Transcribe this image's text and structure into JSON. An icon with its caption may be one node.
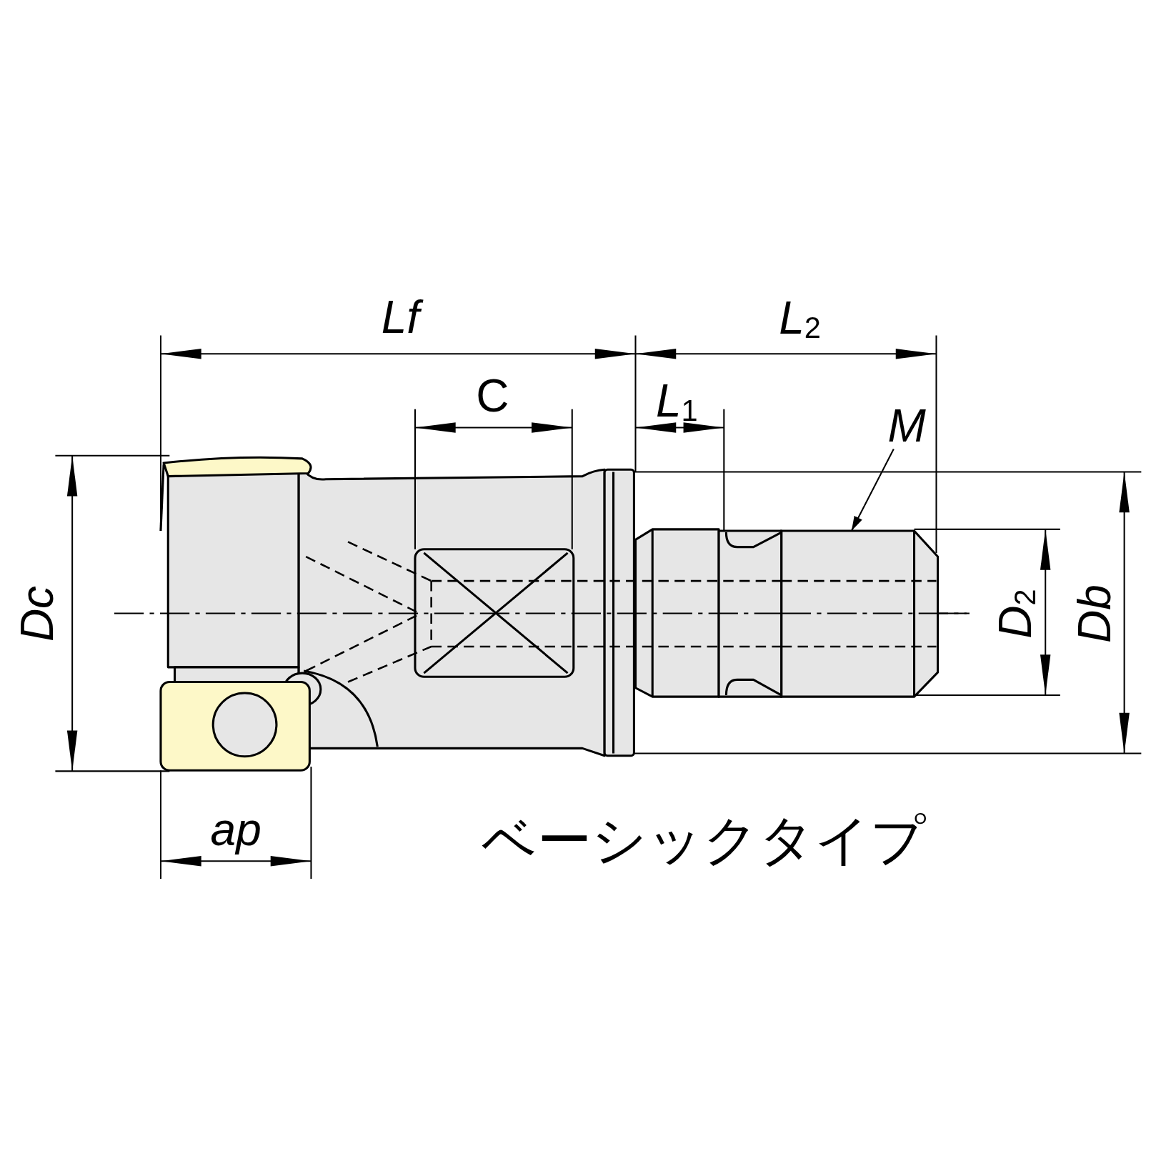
{
  "diagram": {
    "nodes": [
      {
        "text": [
          "M"
        ]
      },
      {
        "text": [],
        "shape": "box"
      }
    ],
    "edges": [
      {
        "from": 0,
        "to": 1,
        "arrow": "to"
      }
    ],
    "labels": [
      "Lf",
      "*L*$_{2}$",
      "C",
      "*L*$_{1}$",
      "Dc",
      "*D*$_{2}$",
      "Db",
      "ap",
      "ベーシックタイプ"
    ]
  }
}
